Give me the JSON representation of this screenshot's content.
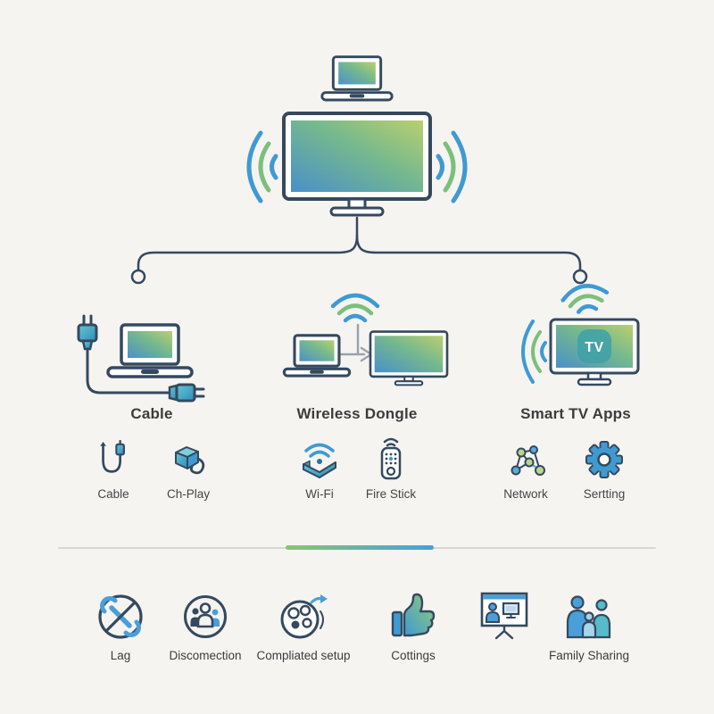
{
  "page": {
    "background": "#f5f4f1"
  },
  "palette": {
    "outline_navy": "#35495e",
    "wave_blue": "#3f9ad2",
    "wave_green": "#7cbf7d",
    "screen_gradient": [
      "#4a90c8",
      "#74b88f",
      "#bacf6e"
    ],
    "device_teal": "#56bcc9",
    "badge_teal": "#3da0a8",
    "text_dark": "#3c3c3c",
    "arrow_gray": "#9aa3ab",
    "divider_gray": "#d8d7d4",
    "divider_gradient": [
      "#8bc474",
      "#4a9fd8"
    ]
  },
  "hero": {
    "icons": [
      "laptop-icon",
      "tv-icon",
      "wireless-waves-icon"
    ]
  },
  "sections": [
    {
      "title": "Cable",
      "illustration_icons": [
        "power-plug-icon",
        "laptop-icon",
        "cable-plug-icon"
      ],
      "features": [
        {
          "icon": "usb-cable-icon",
          "label": "Cable"
        },
        {
          "icon": "chromecast-icon",
          "label": "Ch-Play"
        }
      ]
    },
    {
      "title": "Wireless Dongle",
      "illustration_icons": [
        "wifi-icon",
        "laptop-icon",
        "arrow-right-icon",
        "tv-icon"
      ],
      "features": [
        {
          "icon": "wifi-cast-icon",
          "label": "Wi-Fi"
        },
        {
          "icon": "remote-icon",
          "label": "Fire Stick"
        }
      ]
    },
    {
      "title": "Smart TV Apps",
      "badge": "TV",
      "illustration_icons": [
        "wifi-icon",
        "wireless-waves-icon",
        "smart-tv-icon"
      ],
      "features": [
        {
          "icon": "network-icon",
          "label": "Network"
        },
        {
          "icon": "gear-icon",
          "label": "Sertting"
        }
      ]
    }
  ],
  "issues": [
    {
      "icon": "blocked-wrench-icon",
      "label": "Lag"
    },
    {
      "icon": "people-circle-icon",
      "label": "Discomection"
    },
    {
      "icon": "reel-arrow-icon",
      "label": "Compliated setup"
    },
    {
      "icon": "thumbs-up-icon",
      "label": "Cottings"
    },
    {
      "icon": "presentation-screen-icon",
      "label": ""
    },
    {
      "icon": "family-icon",
      "label": "Family Sharing"
    }
  ]
}
